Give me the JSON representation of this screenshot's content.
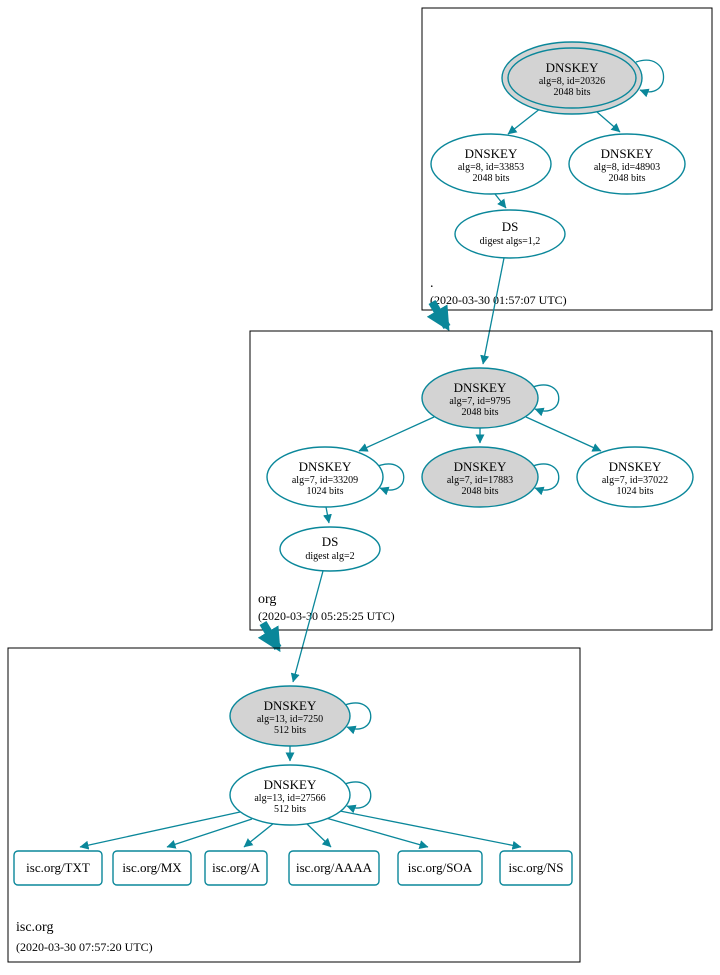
{
  "diagram": {
    "type": "dnssec-authentication-chain",
    "colors": {
      "edge": "#0a879a",
      "gray_fill": "#d3d3d3",
      "white_fill": "#ffffff",
      "box_stroke": "#000000"
    },
    "zones": {
      "root": {
        "label": ".",
        "timestamp": "(2020-03-30 01:57:07 UTC)",
        "nodes": {
          "ksk": {
            "type": "DNSKEY",
            "line2": "alg=8, id=20326",
            "line3": "2048 bits"
          },
          "zsk1": {
            "type": "DNSKEY",
            "line2": "alg=8, id=33853",
            "line3": "2048 bits"
          },
          "zsk2": {
            "type": "DNSKEY",
            "line2": "alg=8, id=48903",
            "line3": "2048 bits"
          },
          "ds": {
            "type": "DS",
            "line2": "digest algs=1,2"
          }
        }
      },
      "org": {
        "label": "org",
        "timestamp": "(2020-03-30 05:25:25 UTC)",
        "nodes": {
          "ksk": {
            "type": "DNSKEY",
            "line2": "alg=7, id=9795",
            "line3": "2048 bits"
          },
          "zsk1": {
            "type": "DNSKEY",
            "line2": "alg=7, id=33209",
            "line3": "1024 bits"
          },
          "zsk2": {
            "type": "DNSKEY",
            "line2": "alg=7, id=17883",
            "line3": "2048 bits"
          },
          "zsk3": {
            "type": "DNSKEY",
            "line2": "alg=7, id=37022",
            "line3": "1024 bits"
          },
          "ds": {
            "type": "DS",
            "line2": "digest alg=2"
          }
        }
      },
      "isc": {
        "label": "isc.org",
        "timestamp": "(2020-03-30 07:57:20 UTC)",
        "nodes": {
          "ksk": {
            "type": "DNSKEY",
            "line2": "alg=13, id=7250",
            "line3": "512 bits"
          },
          "zsk": {
            "type": "DNSKEY",
            "line2": "alg=13, id=27566",
            "line3": "512 bits"
          }
        },
        "records": [
          "isc.org/TXT",
          "isc.org/MX",
          "isc.org/A",
          "isc.org/AAAA",
          "isc.org/SOA",
          "isc.org/NS"
        ]
      }
    }
  }
}
